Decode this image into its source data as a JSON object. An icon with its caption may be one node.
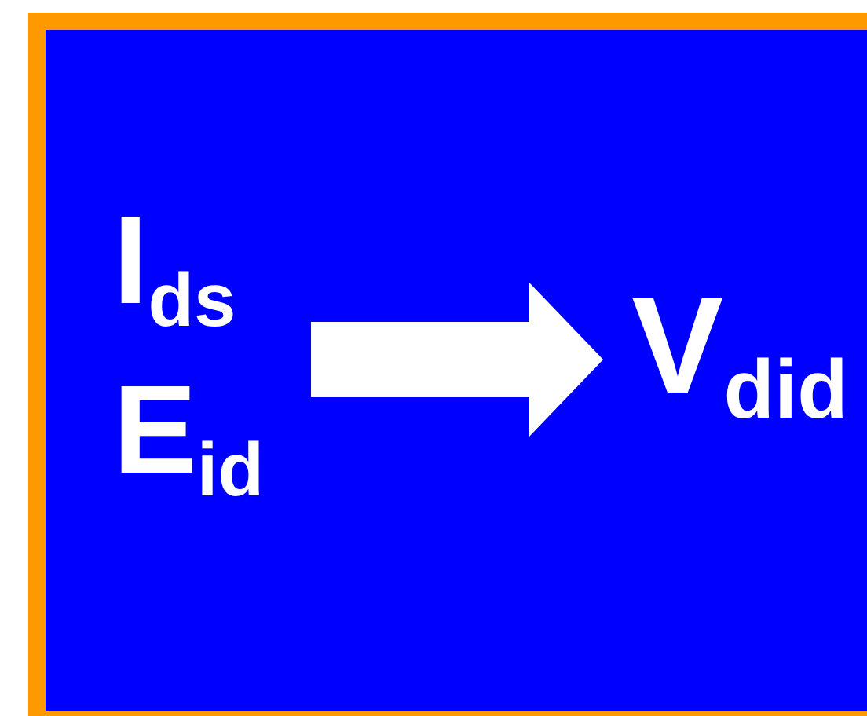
{
  "diagram": {
    "nodes": [
      {
        "text": [
          "I$_{ds}$",
          "E$_{id}$"
        ]
      },
      {
        "text": [
          "V$_{did}$"
        ]
      }
    ],
    "edges": [
      {
        "from": 0,
        "to": 1,
        "arrow": "to",
        "style": "thick"
      }
    ]
  }
}
